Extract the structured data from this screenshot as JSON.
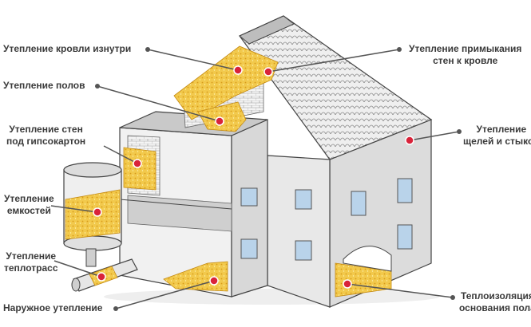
{
  "labels": {
    "roof_inside": "Утепление кровли изнутри",
    "floors": "Утепление полов",
    "walls_drywall_1": "Утепление стен",
    "walls_drywall_2": "под гипсокартон",
    "tanks_1": "Утепление",
    "tanks_2": "емкостей",
    "pipes_1": "Утепление",
    "pipes_2": "теплотрасс",
    "outer": "Наружное утепление",
    "wall_roof_joint_1": "Утепление примыкания",
    "wall_roof_joint_2": "стен к кровле",
    "gaps_1": "Утепление",
    "gaps_2": "щелей и стыков",
    "floor_base_1": "Теплоизоляция",
    "floor_base_2": "основания пола"
  },
  "colors": {
    "label_text": "#3a3a3a",
    "leader_line": "#555555",
    "marker": "#d9233a",
    "insulation": "#f2c94c",
    "wall": "#e6e6e6",
    "roof": "#d9d9d9",
    "window": "#b9d3ea"
  }
}
